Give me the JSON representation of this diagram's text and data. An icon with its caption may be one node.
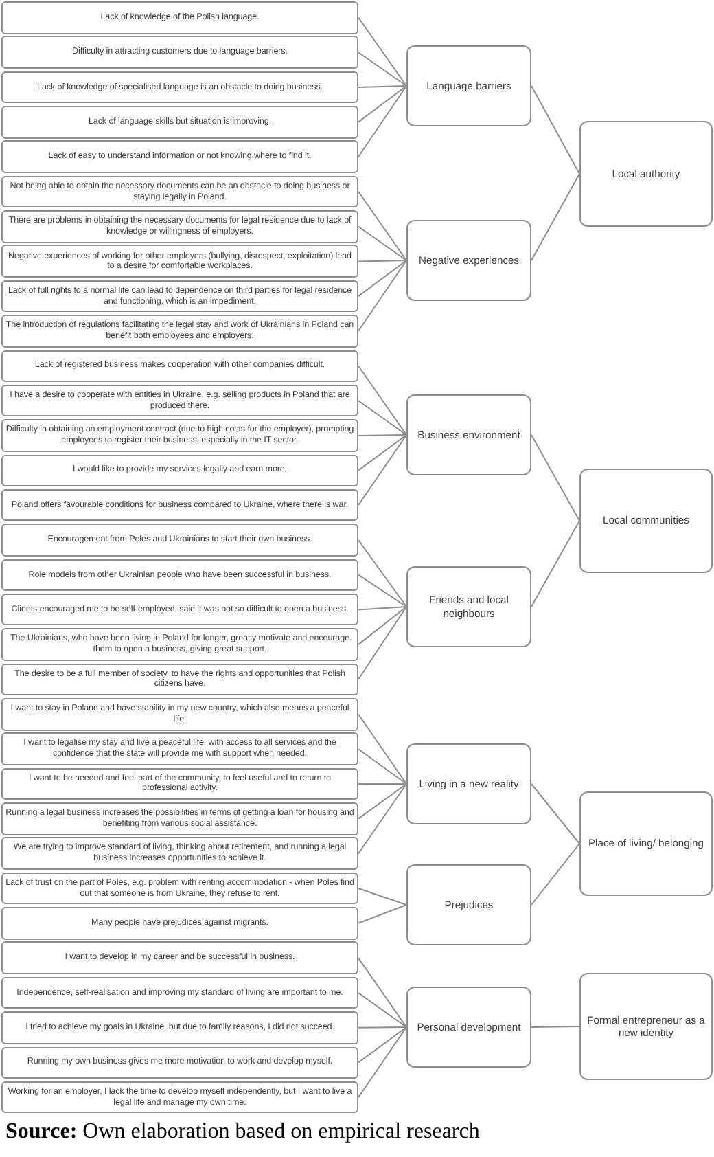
{
  "diagram": {
    "caption": "**Source:** Own elaboration based on empirical research",
    "nodes": [
      {
        "text": [
          "Lack of knowledge of the Polish language."
        ]
      },
      {
        "text": [
          "Difficulty in attracting customers due to language barriers."
        ]
      },
      {
        "text": [
          "Lack of knowledge of specialised language is an obstacle to doing business."
        ]
      },
      {
        "text": [
          "Lack of language skills but situation is improving."
        ]
      },
      {
        "text": [
          "Lack of easy to understand information or not knowing where to find it."
        ]
      },
      {
        "text": [
          "Not being able to obtain the necessary documents can be an obstacle to doing business or staying legally in Poland."
        ]
      },
      {
        "text": [
          "There are problems in obtaining the necessary documents for legal residence due to lack of knowledge or willingness of employers."
        ]
      },
      {
        "text": [
          "Negative experiences of working for other employers (bullying, disrespect, exploitation) lead to a desire for comfortable workplaces."
        ]
      },
      {
        "text": [
          "Lack of full rights to a normal life can lead to dependence on third parties for legal residence and functioning, which is an impediment."
        ]
      },
      {
        "text": [
          "The introduction of regulations facilitating the legal stay and work of Ukrainians in Poland can benefit both employees and employers."
        ]
      },
      {
        "text": [
          "Lack of registered business makes cooperation with other companies difficult."
        ]
      },
      {
        "text": [
          "I have a desire to cooperate with entities in Ukraine, e.g. selling products in Poland that are produced there."
        ]
      },
      {
        "text": [
          "Difficulty in obtaining an employment contract (due to high costs for the employer), prompting employees to register their business, especially in the IT sector."
        ]
      },
      {
        "text": [
          "I would like to provide my services legally and earn more."
        ]
      },
      {
        "text": [
          "Poland offers favourable conditions for business compared to Ukraine, where there is war."
        ]
      },
      {
        "text": [
          "Encouragement from Poles and Ukrainians to start their own business."
        ]
      },
      {
        "text": [
          "Role models from other Ukrainian people who have been successful in business."
        ]
      },
      {
        "text": [
          "Clients encouraged me to be self-employed, said it was not so difficult to open a business."
        ]
      },
      {
        "text": [
          "The Ukrainians, who have been living in Poland for longer, greatly motivate and encourage them to open a business, giving great support."
        ]
      },
      {
        "text": [
          "The desire to be a full member of society, to have the rights and opportunities that Polish citizens have."
        ]
      },
      {
        "text": [
          "I want to stay in Poland and have stability in my new country, which also means a peaceful life."
        ]
      },
      {
        "text": [
          "I want to legalise my stay and live a peaceful life, with access to all services and the confidence that the state will provide me with support when needed."
        ]
      },
      {
        "text": [
          "I want to be needed and feel part of the community, to feel useful and to return to professional activity."
        ]
      },
      {
        "text": [
          "Running a legal business increases the possibilities in terms of getting a loan for housing and benefiting from various social assistance."
        ]
      },
      {
        "text": [
          "We are trying to improve standard of living, thinking about retirement, and running a legal business increases opportunities to achieve it."
        ]
      },
      {
        "text": [
          "Lack of trust on the part of Poles, e.g. problem with renting accommodation - when Poles find out that someone is from Ukraine, they refuse to rent."
        ]
      },
      {
        "text": [
          "Many people have prejudices against migrants."
        ]
      },
      {
        "text": [
          "I want to develop in my career and be successful in business."
        ]
      },
      {
        "text": [
          "Independence, self-realisation and improving my standard of living are important to me."
        ]
      },
      {
        "text": [
          "I tried to achieve my goals in Ukraine, but due to family reasons, I did not succeed."
        ]
      },
      {
        "text": [
          "Running my own business gives me more motivation to work and develop myself."
        ]
      },
      {
        "text": [
          "Working for an employer, I lack the time to develop myself independently, but I want to live a legal life and manage my own time."
        ]
      },
      {
        "text": [
          "Language barriers"
        ]
      },
      {
        "text": [
          "Negative experiences"
        ]
      },
      {
        "text": [
          "Business environment"
        ]
      },
      {
        "text": [
          "Friends and local neighbours"
        ]
      },
      {
        "text": [
          "Living in a new reality"
        ]
      },
      {
        "text": [
          "Prejudices"
        ]
      },
      {
        "text": [
          "Personal development"
        ]
      },
      {
        "text": [
          "Local authority"
        ]
      },
      {
        "text": [
          "Local communities"
        ]
      },
      {
        "text": [
          "Place of living/ belonging"
        ]
      },
      {
        "text": [
          "Formal entrepreneur as a new identity"
        ]
      }
    ],
    "edges": [
      {
        "from": 0,
        "to": 32,
        "arrow": "none"
      },
      {
        "from": 1,
        "to": 32,
        "arrow": "none"
      },
      {
        "from": 2,
        "to": 32,
        "arrow": "none"
      },
      {
        "from": 3,
        "to": 32,
        "arrow": "none"
      },
      {
        "from": 4,
        "to": 32,
        "arrow": "none"
      },
      {
        "from": 5,
        "to": 33,
        "arrow": "none"
      },
      {
        "from": 6,
        "to": 33,
        "arrow": "none"
      },
      {
        "from": 7,
        "to": 33,
        "arrow": "none"
      },
      {
        "from": 8,
        "to": 33,
        "arrow": "none"
      },
      {
        "from": 9,
        "to": 33,
        "arrow": "none"
      },
      {
        "from": 10,
        "to": 34,
        "arrow": "none"
      },
      {
        "from": 11,
        "to": 34,
        "arrow": "none"
      },
      {
        "from": 12,
        "to": 34,
        "arrow": "none"
      },
      {
        "from": 13,
        "to": 34,
        "arrow": "none"
      },
      {
        "from": 14,
        "to": 34,
        "arrow": "none"
      },
      {
        "from": 15,
        "to": 35,
        "arrow": "none"
      },
      {
        "from": 16,
        "to": 35,
        "arrow": "none"
      },
      {
        "from": 17,
        "to": 35,
        "arrow": "none"
      },
      {
        "from": 18,
        "to": 35,
        "arrow": "none"
      },
      {
        "from": 19,
        "to": 35,
        "arrow": "none"
      },
      {
        "from": 20,
        "to": 36,
        "arrow": "none"
      },
      {
        "from": 21,
        "to": 36,
        "arrow": "none"
      },
      {
        "from": 22,
        "to": 36,
        "arrow": "none"
      },
      {
        "from": 23,
        "to": 36,
        "arrow": "none"
      },
      {
        "from": 24,
        "to": 36,
        "arrow": "none"
      },
      {
        "from": 25,
        "to": 37,
        "arrow": "none"
      },
      {
        "from": 26,
        "to": 37,
        "arrow": "none"
      },
      {
        "from": 27,
        "to": 38,
        "arrow": "none"
      },
      {
        "from": 28,
        "to": 38,
        "arrow": "none"
      },
      {
        "from": 29,
        "to": 38,
        "arrow": "none"
      },
      {
        "from": 30,
        "to": 38,
        "arrow": "none"
      },
      {
        "from": 31,
        "to": 38,
        "arrow": "none"
      },
      {
        "from": 32,
        "to": 39,
        "arrow": "none"
      },
      {
        "from": 33,
        "to": 39,
        "arrow": "none"
      },
      {
        "from": 34,
        "to": 40,
        "arrow": "none"
      },
      {
        "from": 35,
        "to": 40,
        "arrow": "none"
      },
      {
        "from": 36,
        "to": 41,
        "arrow": "none"
      },
      {
        "from": 37,
        "to": 41,
        "arrow": "none"
      },
      {
        "from": 38,
        "to": 42,
        "arrow": "none"
      }
    ]
  }
}
